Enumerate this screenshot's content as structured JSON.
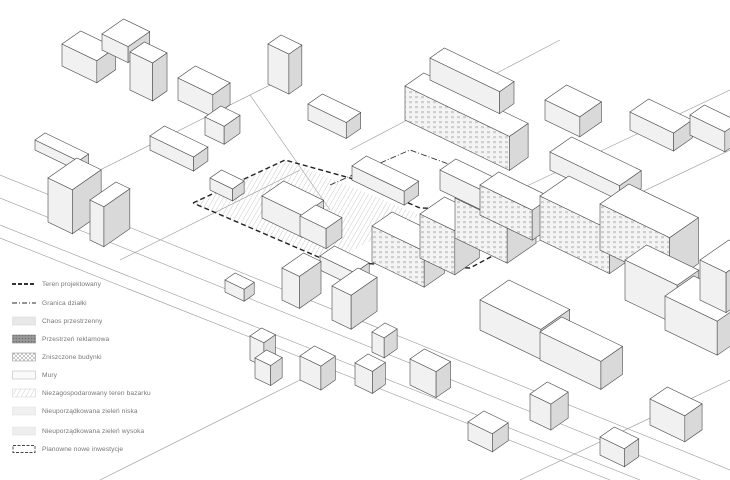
{
  "legend": {
    "items": [
      {
        "label": "Teren projektowany",
        "style": "thick-dash",
        "color": "#333333"
      },
      {
        "label": "Granica działki",
        "style": "dash-dot",
        "color": "#555555"
      },
      {
        "label": "Chaos przestrzenny",
        "style": "light-fill",
        "color": "#e8e8e8"
      },
      {
        "label": "Przestrzeń reklamowa",
        "style": "dark-hatch",
        "color": "#8a8a8a"
      },
      {
        "label": "Zniszczone budynki",
        "style": "cross-hatch",
        "color": "#9a9a9a"
      },
      {
        "label": "Mury",
        "style": "plain-box",
        "color": "#bbbbbb"
      },
      {
        "label": "Niezagospodarowany teren bazarku",
        "style": "diagonal-hatch",
        "color": "#bdbdbd"
      },
      {
        "label": "Nieuporządkowana zieleń niska",
        "style": "faint-fill",
        "color": "#f0f0f0"
      },
      {
        "label": "Nieuporządkowana zieleń wysoka",
        "style": "faint-fill",
        "color": "#eeeeee"
      },
      {
        "label": "Planowne nowe inwestycje",
        "style": "dashed-box",
        "color": "#444444"
      }
    ]
  },
  "colors": {
    "roof": "#ffffff",
    "wall_light": "#f1f1f1",
    "wall_dark": "#d9d9d9",
    "outline": "#4a4a4a",
    "road": "#9a9a9a"
  }
}
